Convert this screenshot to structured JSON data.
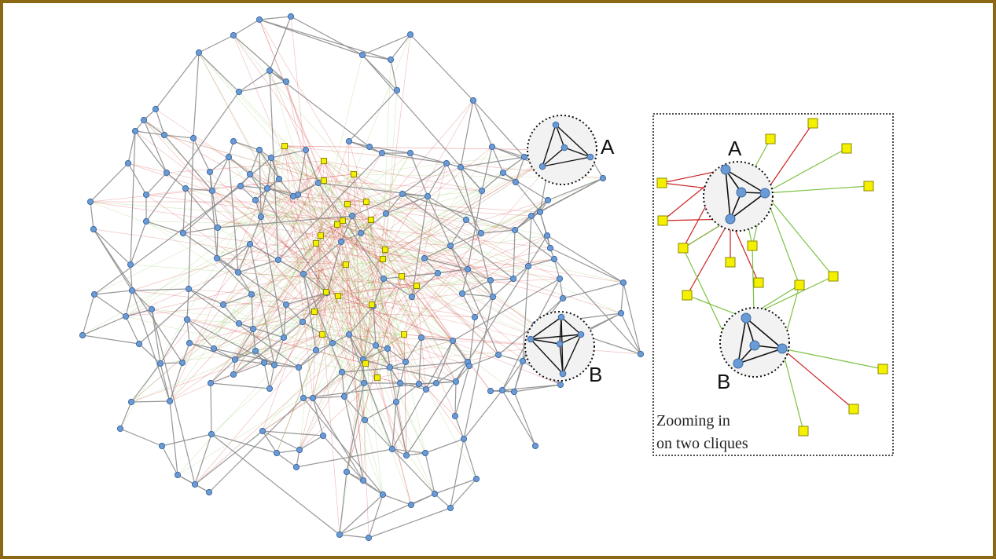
{
  "diagram": {
    "labels": {
      "clique_a": "A",
      "clique_b": "B",
      "zoom_a": "A",
      "zoom_b": "B"
    },
    "caption": {
      "line1": "Zooming in",
      "line2": "on two cliques"
    },
    "colors": {
      "frame": "#8b6914",
      "node_fill": "#6b9bd6",
      "node_stroke": "#3f6aa0",
      "square_fill": "#f5f000",
      "square_stroke": "#8a8a00",
      "edge_gray": "#8c8c8c",
      "edge_red": "#cc1f1f",
      "edge_green": "#7dc242",
      "clique_edge": "#111111",
      "clique_fill": "#f2f2f2"
    }
  }
}
